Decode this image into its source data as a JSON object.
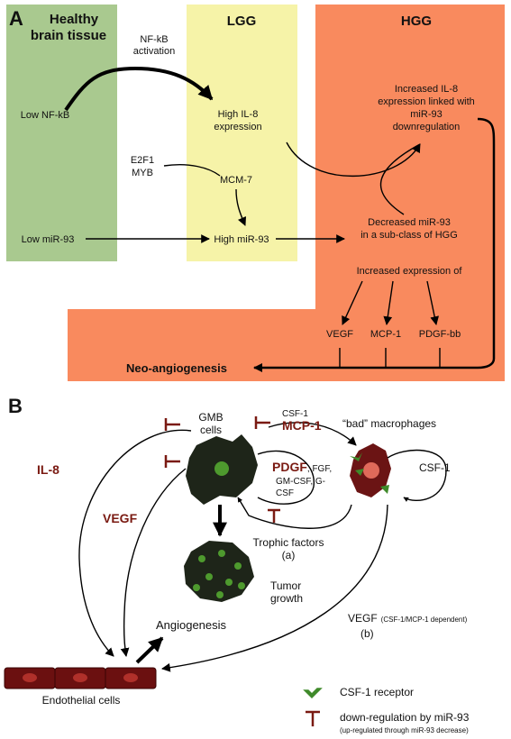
{
  "panelA": {
    "letter": "A",
    "zones": {
      "healthy_line1": "Healthy",
      "healthy_line2": "brain tissue",
      "lgg": "LGG",
      "hgg": "HGG"
    },
    "nodes": {
      "nfkb_activation_line1": "NF-kB",
      "nfkb_activation_line2": "activation",
      "low_nfkb": "Low NF-kB",
      "high_il8_line1": "High IL-8",
      "high_il8_line2": "expression",
      "increased_il8_line1": "Increased IL-8",
      "increased_il8_line2": "expression linked with",
      "increased_il8_line3": "miR-93",
      "increased_il8_line4": "downregulation",
      "e2f1": "E2F1",
      "myb": "MYB",
      "mcm7": "MCM-7",
      "low_mir93": "Low miR-93",
      "high_mir93": "High miR-93",
      "decreased_mir93_line1": "Decreased miR-93",
      "decreased_mir93_line2": "in a sub-class of HGG",
      "increased_expression": "Increased expression of",
      "vegf": "VEGF",
      "mcp1": "MCP-1",
      "pdgfbb": "PDGF-bb",
      "neo_angiogenesis": "Neo-angiogenesis"
    }
  },
  "panelB": {
    "letter": "B",
    "labels": {
      "gmb_line1": "GMB",
      "gmb_line2": "cells",
      "csf1_small": "CSF-1",
      "mcp1": "MCP-1",
      "bad_macrophages": "“bad” macrophages",
      "csf1": "CSF-1",
      "il8": "IL-8",
      "pdgf": "PDGF",
      "pdgf_rest1": ", FGF,",
      "pdgf_rest2": "GM-CSF, G-",
      "pdgf_rest3": "CSF",
      "vegf": "VEGF",
      "trophic_line1": "Trophic factors",
      "trophic_line2": "(a)",
      "tumor_line1": "Tumor",
      "tumor_line2": "growth",
      "vegf_b": "VEGF",
      "vegf_b_note": "(CSF-1/MCP-1 dependent)",
      "vegf_b_tag": "(b)",
      "angiogenesis": "Angiogenesis",
      "endothelial": "Endothelial cells"
    },
    "legend": {
      "receptor": "CSF-1 receptor",
      "downreg": "down-regulation by miR-93",
      "downreg_note": "(up-regulated through miR-93 decrease)"
    }
  },
  "colors": {
    "healthy_zone": "#a9c98f",
    "lgg_zone": "#f6f3a8",
    "hgg_zone": "#f98a5e",
    "dark_red": "#7a1a12",
    "gmb_cell": "#1e2519",
    "nucleus_green": "#4e9a2e",
    "macrophage": "#6b1414",
    "endothelial": "#6b1010",
    "receptor_green": "#3f8a2a"
  }
}
